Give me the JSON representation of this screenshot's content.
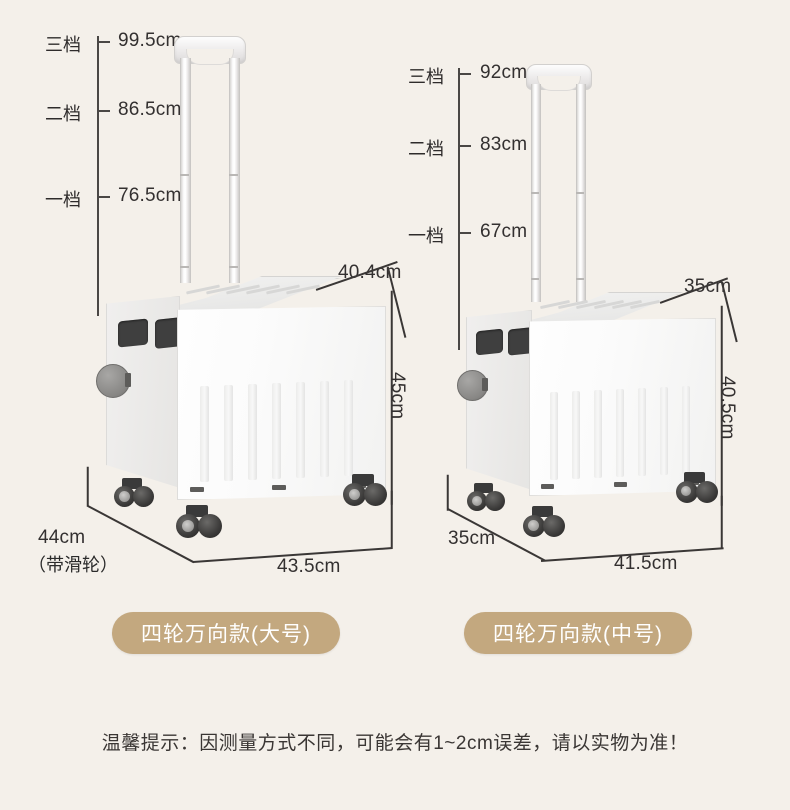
{
  "background_color": "#f4f0ea",
  "accent_color": "#c3a87f",
  "products": [
    {
      "id": "large",
      "pill_label": "四轮万向款(大号)",
      "handle_stops": [
        {
          "gear": "三档",
          "value": "99.5cm"
        },
        {
          "gear": "二档",
          "value": "86.5cm"
        },
        {
          "gear": "一档",
          "value": "76.5cm"
        }
      ],
      "top_depth": "40.4cm",
      "body_height": "45cm",
      "base_depth": "44cm",
      "base_depth_note": "（带滑轮）",
      "base_width": "43.5cm"
    },
    {
      "id": "medium",
      "pill_label": "四轮万向款(中号)",
      "handle_stops": [
        {
          "gear": "三档",
          "value": "92cm"
        },
        {
          "gear": "二档",
          "value": "83cm"
        },
        {
          "gear": "一档",
          "value": "67cm"
        }
      ],
      "top_depth": "35cm",
      "body_height": "40.5cm",
      "base_depth": "35cm",
      "base_depth_note": "",
      "base_width": "41.5cm"
    }
  ],
  "footer": {
    "note": "温馨提示：因测量方式不同，可能会有1~2cm误差，请以实物为准！"
  }
}
